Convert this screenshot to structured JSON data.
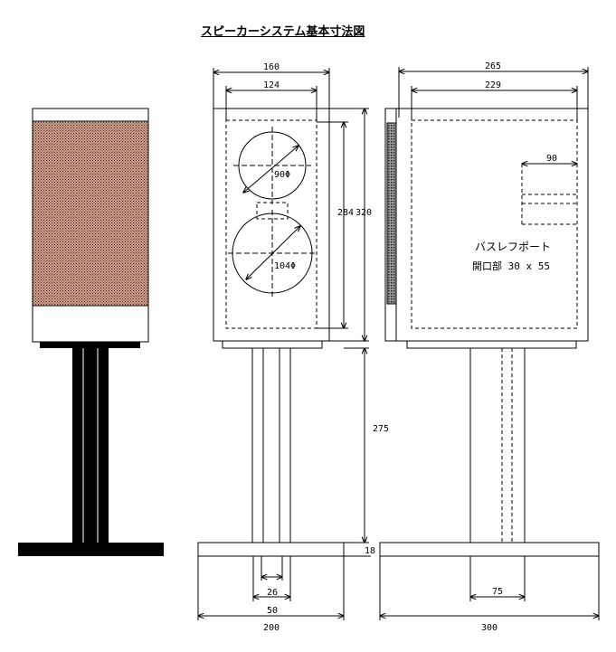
{
  "title": "スピーカーシステム基本寸法図",
  "dims": {
    "front_width": "160",
    "front_inner": "124",
    "side_width": "265",
    "side_inner": "229",
    "port_width": "90",
    "inner_height": "284",
    "outer_height": "320",
    "stand_height": "275",
    "base_thickness": "18",
    "pole_inner": "26",
    "pole_outer": "50",
    "base_front": "200",
    "pole_side": "75",
    "base_side": "300"
  },
  "drivers": {
    "tweeter": "90Φ",
    "woofer": "104Φ"
  },
  "port": {
    "name": "バスレフポート",
    "opening": "開口部 30 x 55"
  }
}
